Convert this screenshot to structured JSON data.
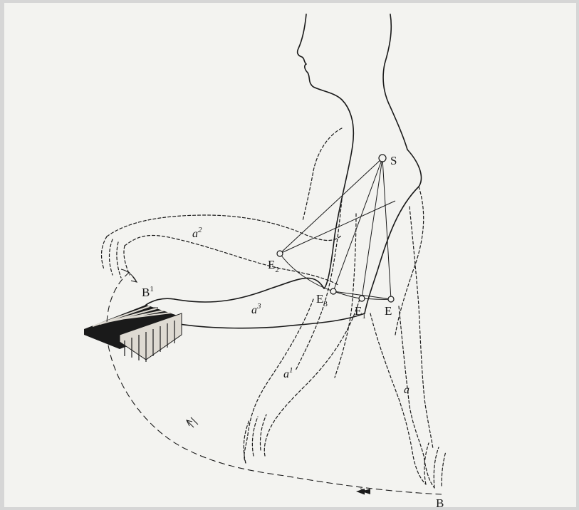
{
  "colors": {
    "paper": "#f3f3f0",
    "frame": "#d6d6d6",
    "ink": "#1a1a1a"
  },
  "labels": {
    "shoulder": "S",
    "elbow_e": "E",
    "elbow_e1_base": "E",
    "elbow_e1_sub": "1",
    "elbow_e2_base": "E",
    "elbow_e2_sub": "2",
    "elbow_e3_base": "E",
    "elbow_e3_sub": "3",
    "point_b": "B",
    "point_b1_base": "B",
    "point_b1_sup": "1",
    "arm_a": "a",
    "arm_a1_base": "a",
    "arm_a1_sup": "1",
    "arm_a2_base": "a",
    "arm_a2_sup": "2",
    "arm_a3_base": "a",
    "arm_a3_sup": "3"
  }
}
